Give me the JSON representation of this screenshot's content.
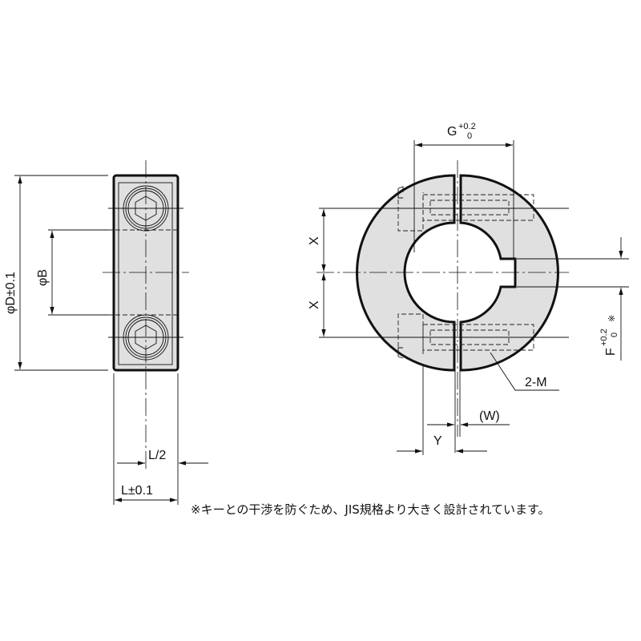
{
  "labels": {
    "phi_d": "φD±0.1",
    "phi_b": "φB",
    "l_half": "L/2",
    "l_total": "L±0.1",
    "g_main": "G",
    "g_upper": "+0.2",
    "g_lower": "0",
    "x_upper": "X",
    "x_lower": "X",
    "f_main": "F",
    "f_upper": "+0.2",
    "f_lower": "0",
    "f_mark": "※",
    "screw": "2-M",
    "w": "(W)",
    "y": "Y"
  },
  "note": "※キーとの干渉を防ぐため、JIS規格より大きく設計されています。",
  "colors": {
    "fill": "#e0e0e0",
    "line": "#111111"
  }
}
